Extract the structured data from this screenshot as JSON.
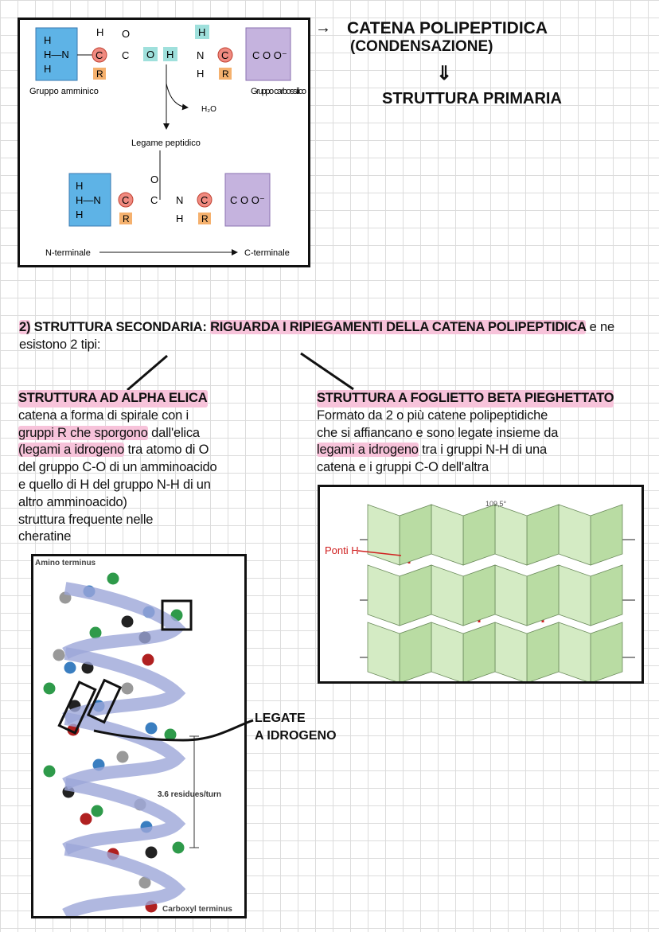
{
  "peptide_diagram": {
    "amino_group_label": "Gruppo amminico",
    "carboxyl_group_label": "Gruppo carbossilico",
    "water": "H₂O",
    "peptide_bond_label": "Legame peptidico",
    "n_terminal": "N-terminale",
    "c_terminal": "C-terminale"
  },
  "primary": {
    "line1": "CATENA POLIPEPTIDICA",
    "line2": "(CONDENSAZIONE)",
    "arrow": "⇓",
    "result": "STRUTTURA PRIMARIA"
  },
  "secondary": {
    "number": "2)",
    "title": "STRUTTURA SECONDARIA:",
    "highlight": "RIGUARDA I RIPIEGAMENTI DELLA CATENA POLIPEPTIDICA",
    "rest": "e ne",
    "line2": "esistono 2 tipi:"
  },
  "alpha": {
    "title": "STRUTTURA AD ALPHA ELICA",
    "l1": "catena a forma di spirale con i",
    "l2_hl": "gruppi R che sporgono",
    "l2_rest": " dall'elica",
    "l3_hl": "(legami a idrogeno",
    "l3_rest": " tra atomo di O",
    "l4": "del gruppo C-O di un amminoacido",
    "l5": "e quello di H del gruppo N-H di un",
    "l6": "altro amminoacido)",
    "l7": "struttura frequente nelle",
    "l8": "cheratine"
  },
  "beta": {
    "title": "STRUTTURA A FOGLIETTO BETA PIEGHETTATO",
    "l1": "Formato da 2 o più catene polipeptidiche",
    "l2": "che si affiancano e sono legate insieme da",
    "l3_hl": "legami a idrogeno",
    "l3_rest": " tra i gruppi N-H di una",
    "l4": "catena e i gruppi C-O dell'altra",
    "angle": "109,5°",
    "bridges_label": "Ponti H"
  },
  "helix": {
    "amino_terminus": "Amino terminus",
    "carboxyl_terminus": "Carboxyl terminus",
    "residues_per_turn": "3.6 residues/turn"
  },
  "annotation": {
    "line1": "LEGATE",
    "line2": "A IDROGENO"
  },
  "colors": {
    "highlight": "#f7c3da",
    "amino_box": "#5eb3e6",
    "carboxyl_box": "#c5b3de",
    "alpha_carbon": "#f08a80",
    "r_box": "#f5b16e",
    "sheet_green": "#c9e4b8"
  }
}
